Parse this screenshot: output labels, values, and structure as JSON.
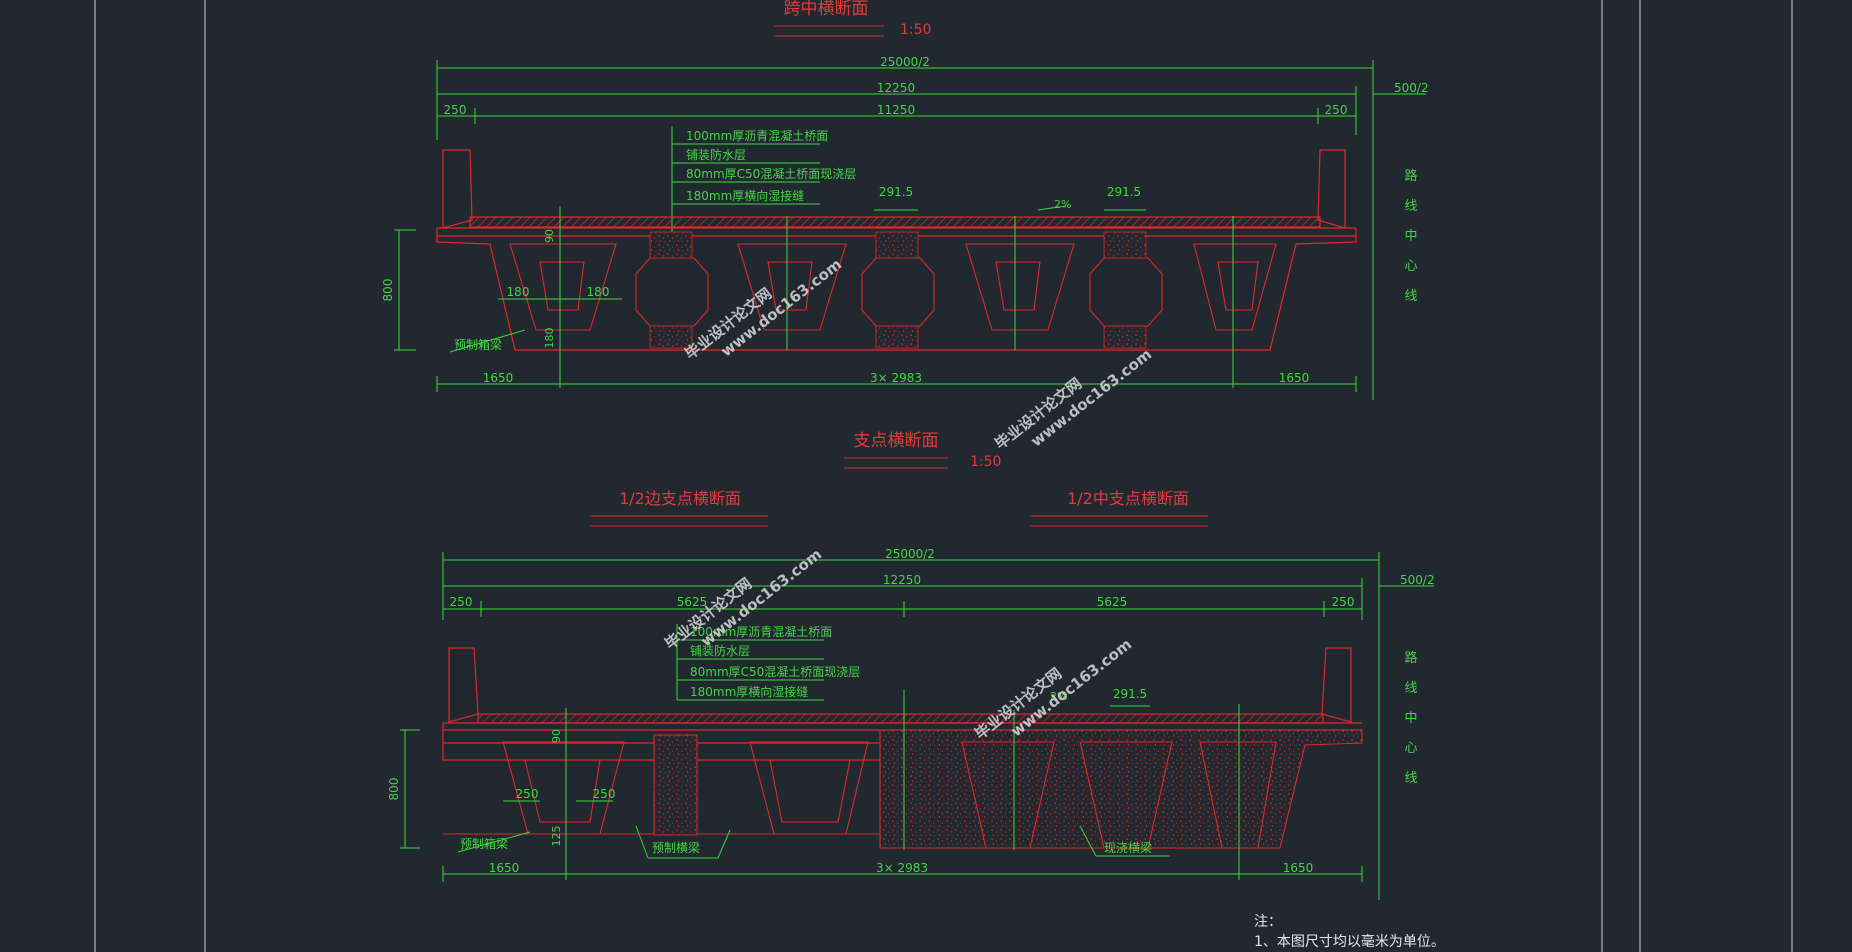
{
  "colors": {
    "background": "#212830",
    "structure": "#e02828",
    "dimension": "#39d839",
    "border": "#cfcfcf",
    "note": "#e8e8e8"
  },
  "midspan": {
    "title": "跨中横断面",
    "scale": "1:50",
    "dims": {
      "total": "25000/2",
      "half": "12250",
      "inner": "11250",
      "edge_left": "250",
      "edge_right": "250",
      "side": "500/2",
      "height": "800",
      "top_slab": "90",
      "web_left": "180",
      "web_right": "180",
      "bottom_slab": "180",
      "gap_a": "291.5",
      "gap_b": "291.5",
      "slope": "2%",
      "bottom_left": "1650",
      "bottom_mid": "3× 2983",
      "bottom_right": "1650"
    },
    "layers": [
      "100mm厚沥青混凝土桥面",
      "铺装防水层",
      "80mm厚C50混凝土桥面现浇层",
      "180mm厚横向湿接缝"
    ],
    "labels": {
      "box_girder": "预制箱梁"
    },
    "centerline": [
      "路",
      "线",
      "中",
      "心",
      "线"
    ]
  },
  "support": {
    "title": "支点横断面",
    "scale": "1:50",
    "left_title": "1/2边支点横断面",
    "right_title": "1/2中支点横断面",
    "dims": {
      "total": "25000/2",
      "half": "12250",
      "left_span": "5625",
      "right_span": "5625",
      "edge_left": "250",
      "edge_right": "250",
      "side": "500/2",
      "height": "800",
      "top_slab": "90",
      "web_left": "250",
      "web_right": "250",
      "bottom_slab": "125",
      "gap": "291.5",
      "slope": "2%",
      "bottom_left": "1650",
      "bottom_mid": "3× 2983",
      "bottom_right": "1650"
    },
    "layers": [
      "100mm厚沥青混凝土桥面",
      "铺装防水层",
      "80mm厚C50混凝土桥面现浇层",
      "180mm厚横向湿接缝"
    ],
    "labels": {
      "box_girder": "预制箱梁",
      "precast_diaphragm": "预制横梁",
      "cast_diaphragm": "现浇横梁"
    },
    "centerline": [
      "路",
      "线",
      "中",
      "心",
      "线"
    ]
  },
  "notes": {
    "heading": "注：",
    "items": [
      "1、本图尺寸均以毫米为单位。"
    ]
  },
  "watermark": {
    "line1": "毕业设计论文网",
    "line2": "www.doc163.com"
  }
}
